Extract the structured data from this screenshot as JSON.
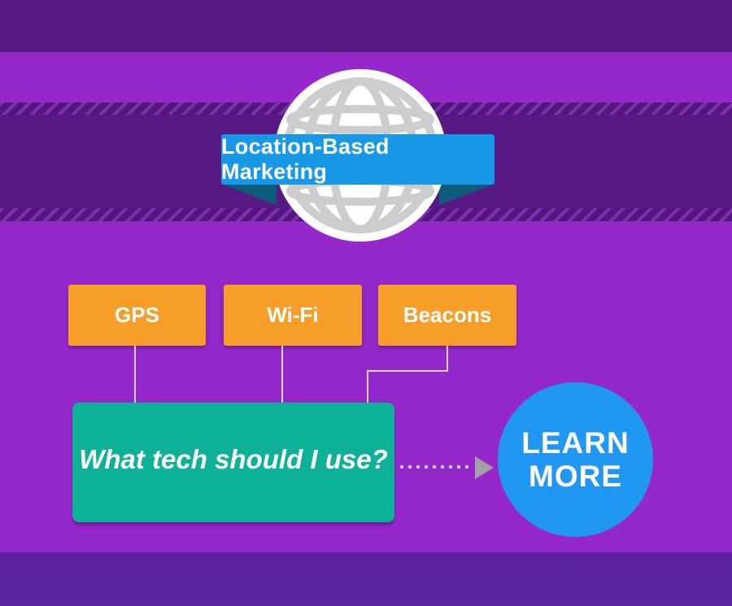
{
  "banner": {
    "label": "Location-Based Marketing"
  },
  "tech_boxes": [
    {
      "label": "GPS"
    },
    {
      "label": "Wi-Fi"
    },
    {
      "label": "Beacons"
    }
  ],
  "question_box": {
    "label": "What tech should I use?"
  },
  "cta_button": {
    "line1": "LEARN",
    "line2": "MORE"
  },
  "icons": {
    "globe": "globe-icon",
    "arrowhead": "arrow-right-icon"
  },
  "colors": {
    "background_purple": "#9428ca",
    "band_dark_purple": "#591a86",
    "band_mid_purple": "#571982",
    "band_bottom_purple": "#5a21a0",
    "hatch_light": "#7d30ad",
    "hatch_dark": "#53177b",
    "banner_blue": "#1899e8",
    "banner_fold_teal": "#0d5c7c",
    "cta_blue": "#1f97f3",
    "tech_box_orange": "#f79e29",
    "question_teal": "#0db197",
    "connector_line": "#d8d2e2",
    "dotted_line": "#cfc7da",
    "arrowhead_gray": "#a39da8",
    "globe_gray": "#cdcdcd",
    "text_white": "#ffffff"
  }
}
